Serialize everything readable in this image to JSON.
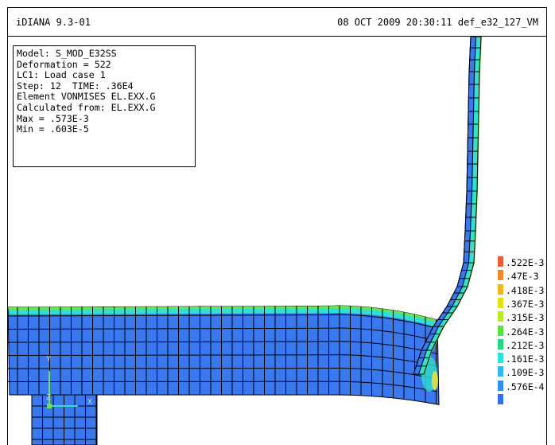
{
  "header": {
    "app_title": "iDIANA 9.3-01",
    "timestamp": "08 OCT 2009 20:30:11 def_e32_127_VM"
  },
  "info": {
    "model": "Model: S_MOD_E32SS",
    "deformation": "Deformation = 522",
    "load_case": "LC1: Load case 1",
    "step": "Step: 12  TIME: .36E4",
    "element": "Element VONMISES EL.EXX.G",
    "calculated": "Calculated from: EL.EXX.G",
    "max": "Max = .573E-3",
    "min": "Min = .603E-5"
  },
  "legend": [
    {
      "label": ".522E-3",
      "color": "#e8603a"
    },
    {
      "label": ".47E-3",
      "color": "#f08a28"
    },
    {
      "label": ".418E-3",
      "color": "#f2b418"
    },
    {
      "label": ".367E-3",
      "color": "#e8e010"
    },
    {
      "label": ".315E-3",
      "color": "#b8ec20"
    },
    {
      "label": ".264E-3",
      "color": "#58e040"
    },
    {
      "label": ".212E-3",
      "color": "#20d880"
    },
    {
      "label": ".161E-3",
      "color": "#20e8e0"
    },
    {
      "label": ".109E-3",
      "color": "#30b8f0"
    },
    {
      "label": ".576E-4",
      "color": "#3090f0"
    },
    {
      "label": "",
      "color": "#3070f0"
    }
  ],
  "axes": {
    "y": "Y",
    "z": "Z",
    "x": "X"
  },
  "colors": {
    "mesh_fill": "#3a78f0",
    "surface_band": "#30e0d0",
    "edge_highlight": "#70e050",
    "hotspot": "#e8e040"
  }
}
